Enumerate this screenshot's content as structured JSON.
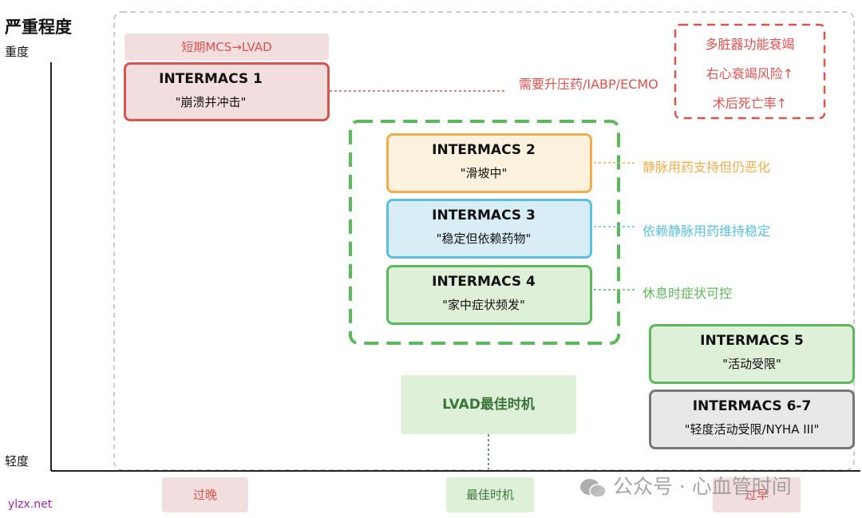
{
  "y_axis": {
    "title": "严重程度",
    "top_label": "重度",
    "bottom_label": "轻度"
  },
  "levels": [
    {
      "name": "INTERMACS 1",
      "desc": "\"崩溃并冲击\""
    },
    {
      "name": "INTERMACS 2",
      "desc": "\"滑坡中\""
    },
    {
      "name": "INTERMACS 3",
      "desc": "\"稳定但依赖药物\""
    },
    {
      "name": "INTERMACS 4",
      "desc": "\"家中症状频发\""
    },
    {
      "name": "INTERMACS 5",
      "desc": "\"活动受限\""
    },
    {
      "name": "INTERMACS 6-7",
      "desc": "\"轻度活动受限/NYHA III\""
    }
  ],
  "notes": {
    "level1": "需要升压药/IABP/ECMO",
    "level2": "静脉用药支持但仍恶化",
    "level3": "依赖静脉用药维持稳定",
    "level4": "休息时症状可控"
  },
  "short_mcs_tag": "短期MCS→LVAD",
  "risk_box": [
    "多脏器功能衰竭",
    "右心衰竭风险↑",
    "术后死亡率↑"
  ],
  "lvad_best": "LVAD最佳时机",
  "x_tags": {
    "too_late": "过晚",
    "best": "最佳时机",
    "too_early": "过早"
  },
  "watermark": "公众号 · 心血管时间",
  "site": "ylzx.net",
  "colors": {
    "red": "#d9534f",
    "orange": "#f0ad4e",
    "blue": "#5bc0de",
    "green": "#5cb85c",
    "gray": "#777777"
  }
}
